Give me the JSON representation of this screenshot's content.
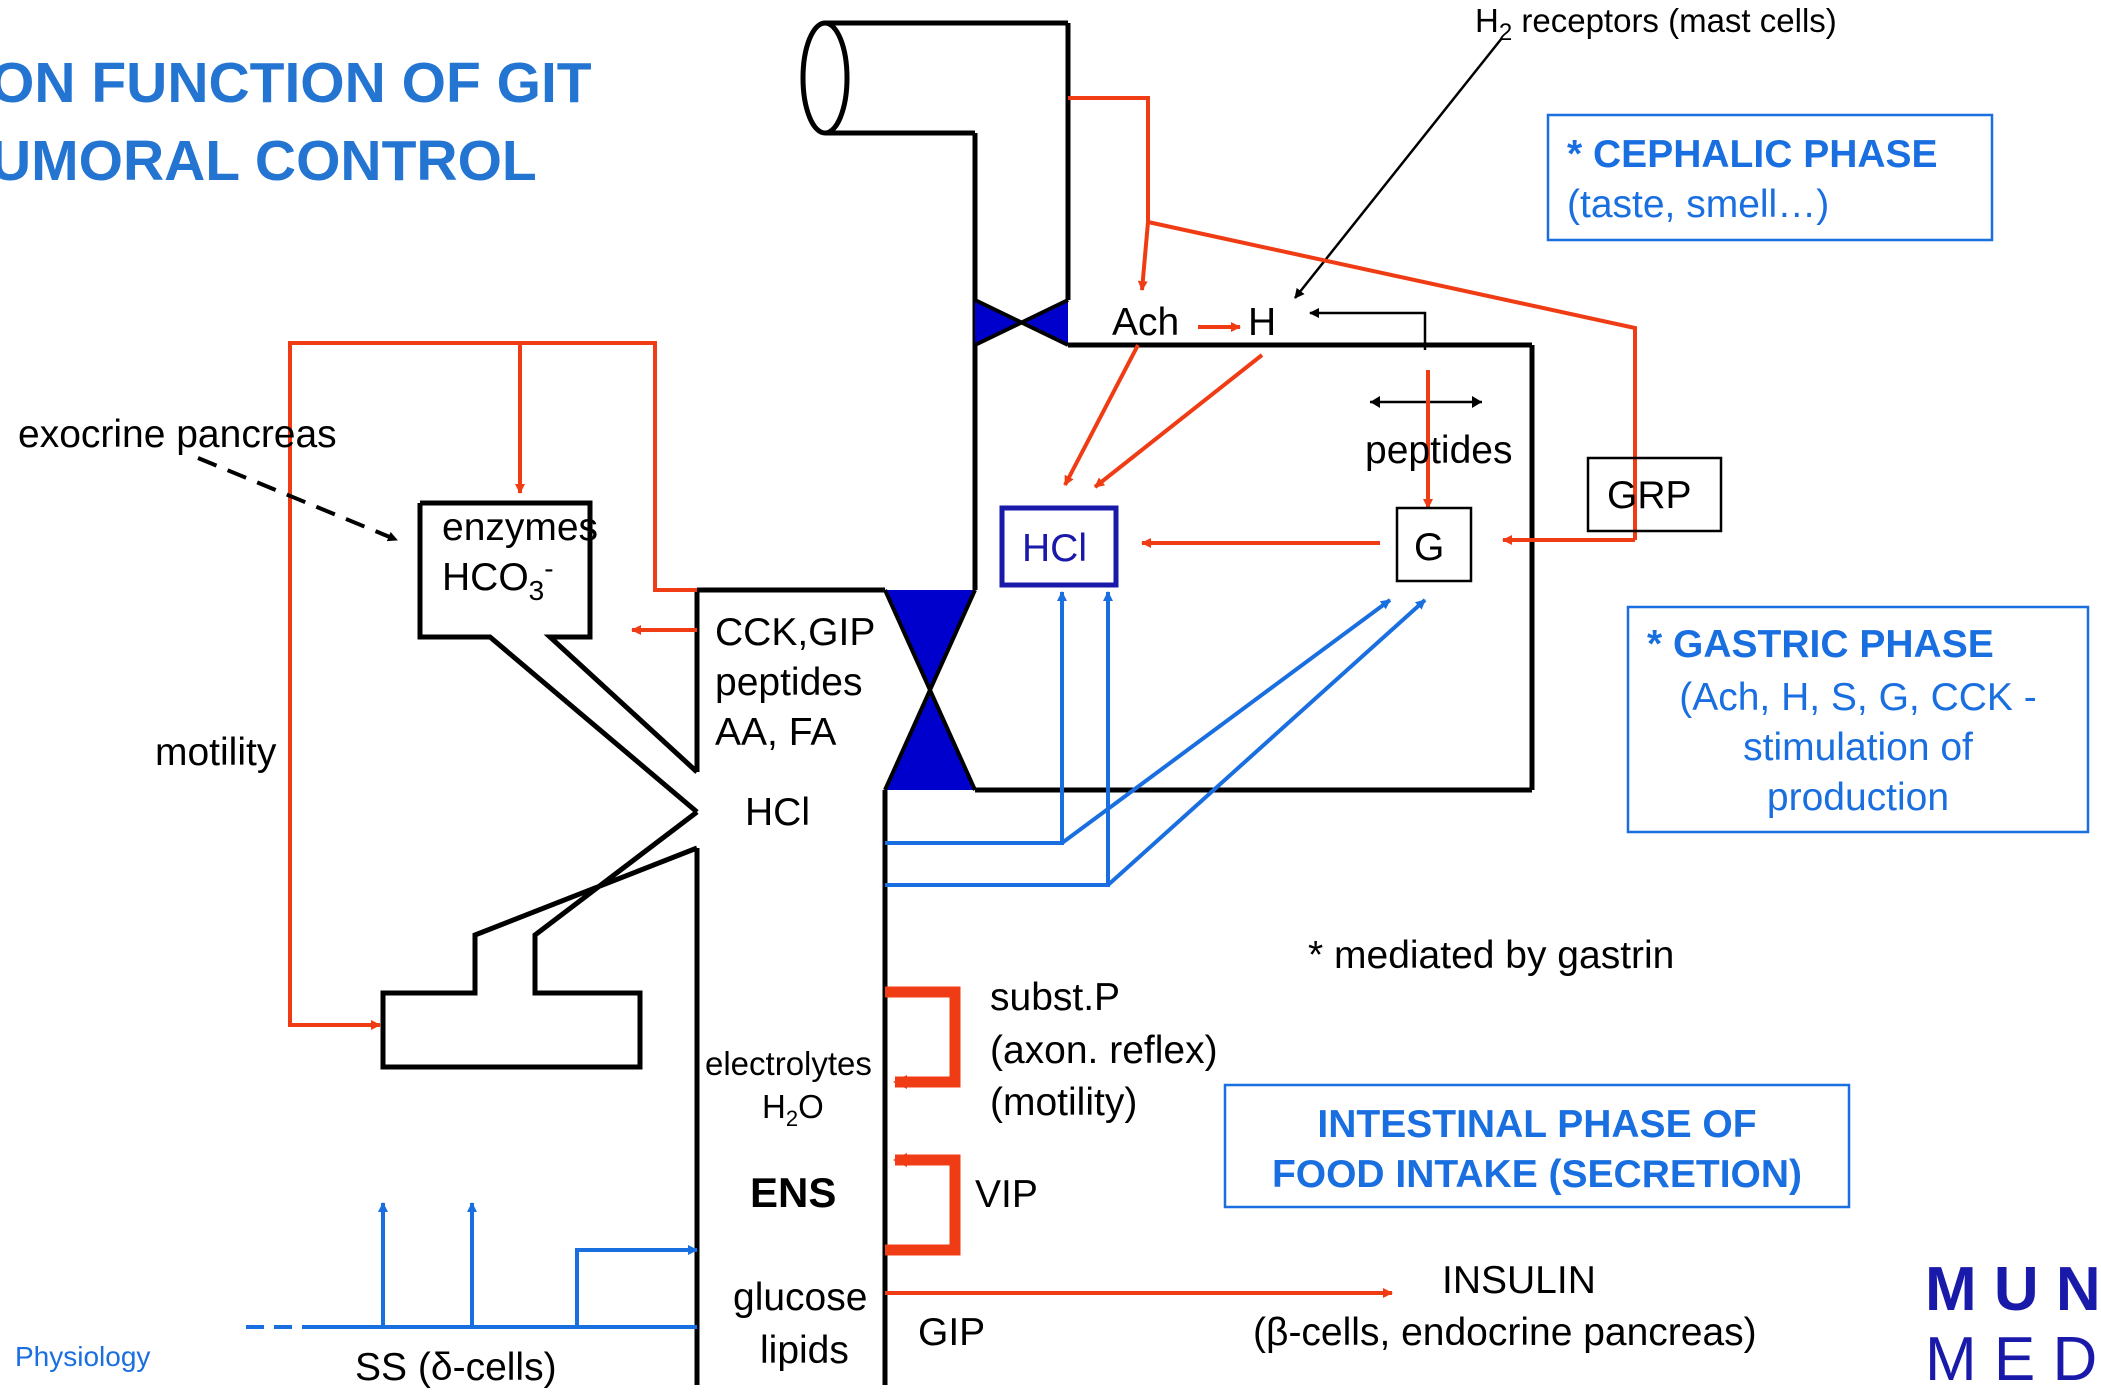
{
  "title": {
    "line1": "ON FUNCTION OF GIT",
    "line2": "UMORAL CONTROL"
  },
  "labels": {
    "h2_receptors_prefix": "H",
    "h2_receptors_sub": "2",
    "h2_receptors_suffix": " receptors (mast cells)",
    "exocrine_pancreas": "exocrine pancreas",
    "enzymes": "enzymes",
    "hco3_base": "HCO",
    "hco3_sub": "3",
    "hco3_sup": "-",
    "motility": "motility",
    "cck_gip": "CCK,GIP",
    "peptides_duod": "peptides",
    "aa_fa": "AA, FA",
    "hcl_lumen": "HCl",
    "ach": "Ach",
    "h": "H",
    "peptides_stomach": "peptides",
    "grp": "GRP",
    "hcl_box": "HCl",
    "g_box": "G",
    "mediated": "* mediated by gastrin",
    "subst_p": "subst.P",
    "axon_reflex": "(axon. reflex)",
    "motility_paren": "(motility)",
    "electrolytes": "electrolytes",
    "h2o_base": "H",
    "h2o_sub": "2",
    "h2o_suffix": "O",
    "ens": "ENS",
    "vip": "VIP",
    "glucose": "glucose",
    "lipids": "lipids",
    "gip": "GIP",
    "insulin": "INSULIN",
    "beta_cells_symbol": "β",
    "beta_cells_text": "-cells, endocrine pancreas)",
    "beta_cells_open": "(",
    "ss_prefix": "SS (",
    "ss_symbol": "δ",
    "ss_suffix": "-cells)",
    "physiology": "Physiology",
    "logo_line1": "M U N I",
    "logo_line2": "M E D"
  },
  "phases": {
    "cephalic_title": "* CEPHALIC PHASE",
    "cephalic_sub": "(taste, smell…)",
    "gastric_title": "* GASTRIC PHASE",
    "gastric_line1": "(Ach, H, S, G, CCK -",
    "gastric_line2": "stimulation of",
    "gastric_line3": "production",
    "intestinal_line1": "INTESTINAL PHASE OF",
    "intestinal_line2": "FOOD INTAKE (SECRETION)"
  },
  "colors": {
    "title": "#2474d2",
    "red_arrow": "#f03c14",
    "blue_arrow": "#1a6fe0",
    "sphincter": "#0000cc"
  }
}
